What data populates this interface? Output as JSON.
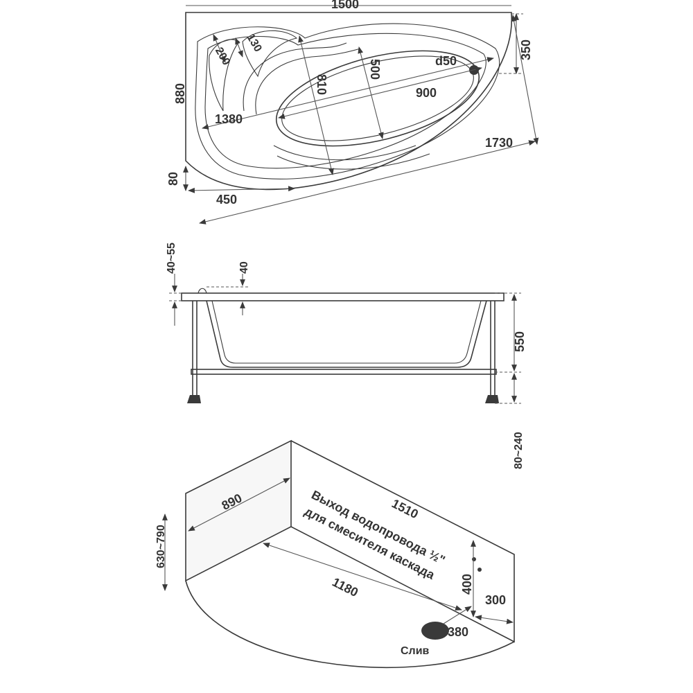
{
  "top_view": {
    "width": "1500",
    "depth": "880",
    "corner_offset": "350",
    "diagonal": "1730",
    "inner_length": "1380",
    "inner_width": "810",
    "basin_width": "500",
    "basin_length": "900",
    "drain": "d50",
    "armrest_a": "130",
    "armrest_b": "200",
    "bottom_offset": "80",
    "bottom_length": "450"
  },
  "side_view": {
    "rim_gap": "40~55",
    "rim_thickness": "40",
    "height": "550",
    "legs": "80~240"
  },
  "panel_view": {
    "side_length": "890",
    "front_length": "1510",
    "height": "630~790",
    "bottom_length": "1180",
    "pipe_note_line1": "Выход водопровода ½\"",
    "pipe_note_line2": "для смесителя каскада",
    "pipe_height": "400",
    "pipe_offset": "300",
    "drain_offset": "380",
    "drain_label": "Слив"
  },
  "colors": {
    "line": "#3a3a3a",
    "text": "#333333",
    "background": "#ffffff"
  }
}
